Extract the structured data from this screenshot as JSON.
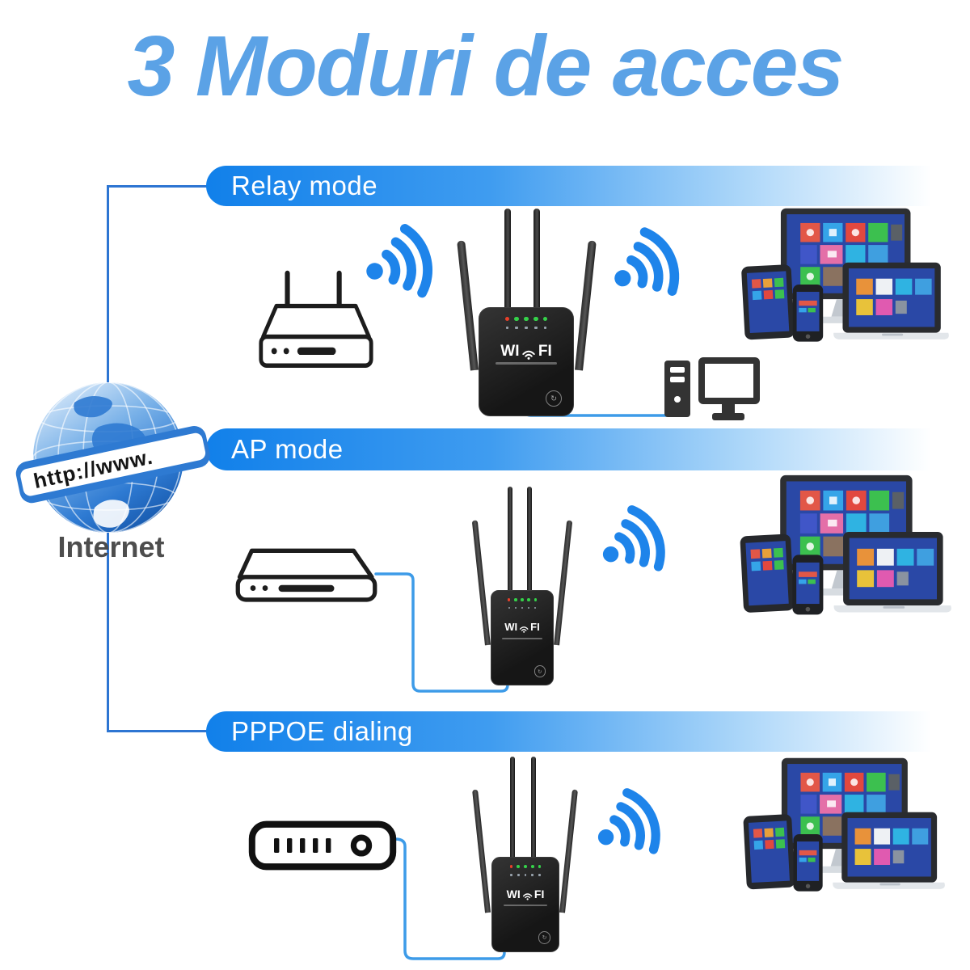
{
  "title": "3 Moduri de acces",
  "internet": {
    "label": "Internet",
    "globe_banner": "http://www."
  },
  "modes": [
    {
      "id": "relay",
      "label": "Relay mode"
    },
    {
      "id": "ap",
      "label": "AP mode"
    },
    {
      "id": "pppoe",
      "label": "PPPOE dialing"
    }
  ],
  "repeater": {
    "logo_prefix": "WI",
    "logo_suffix": "FI",
    "leds": [
      "red",
      "green",
      "green",
      "green",
      "green"
    ],
    "wps_glyph": "↻"
  },
  "icons": {
    "wifi_signal": "wifi-arcs",
    "router": "line-art-wireless-router",
    "modem": "line-art-modem",
    "dial_modem": "line-art-modem-with-dial",
    "repeater": "black-four-antenna-wifi-repeater",
    "devices": "monitor-tablet-phone-laptop-cluster",
    "desktop_pc": "tower-and-monitor",
    "globe": "internet-globe-with-banner"
  },
  "colors": {
    "title": "#5ba2e6",
    "bar_start": "#1180ea",
    "bar_mid": "#3f9cf0",
    "line": "#2d75d2",
    "cable": "#3d9be8",
    "wifi": "#1e84ea",
    "led_red": "#e8402a",
    "led_green": "#35d24a",
    "screen_blue": "#2a48a6",
    "device_dark": "#2d2f33"
  }
}
